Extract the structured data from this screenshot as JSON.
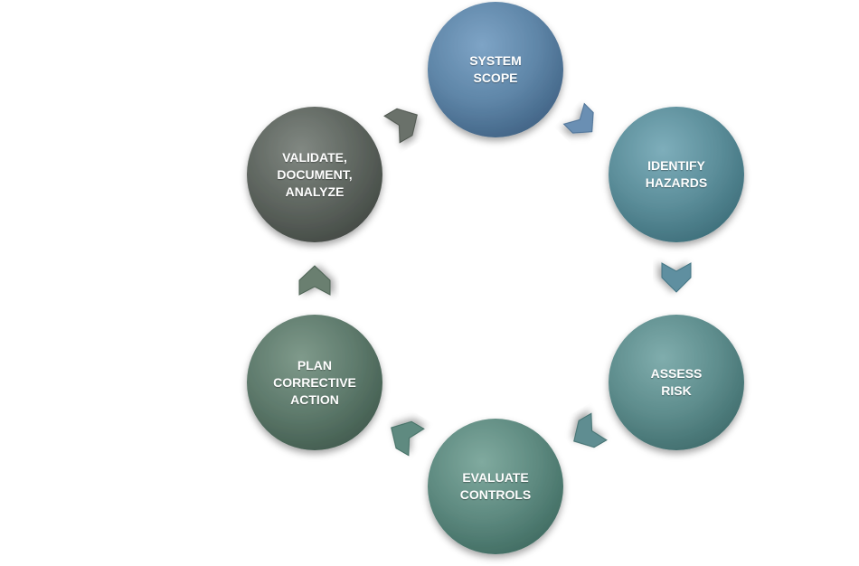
{
  "diagram": {
    "type": "cycle",
    "steps": [
      {
        "id": "system-scope",
        "label": "SYSTEM\nSCOPE",
        "color": "#5f86a8"
      },
      {
        "id": "identify-hazards",
        "label": "IDENTIFY\nHAZARDS",
        "color": "#5c8e9a"
      },
      {
        "id": "assess-risk",
        "label": "ASSESS\nRISK",
        "color": "#5e8d8d"
      },
      {
        "id": "evaluate-controls",
        "label": "EVALUATE\nCONTROLS",
        "color": "#5e8a80"
      },
      {
        "id": "plan-corrective-action",
        "label": "PLAN\nCORRECTIVE\nACTION",
        "color": "#5e7a6c"
      },
      {
        "id": "validate-document-analyze",
        "label": "VALIDATE,\nDOCUMENT,\nANALYZE",
        "color": "#5f6660"
      }
    ],
    "arrow_colors": [
      "#6b8fb3",
      "#5e8fa0",
      "#5e8d91",
      "#5e8a80",
      "#6a7f70",
      "#6a716a"
    ]
  }
}
